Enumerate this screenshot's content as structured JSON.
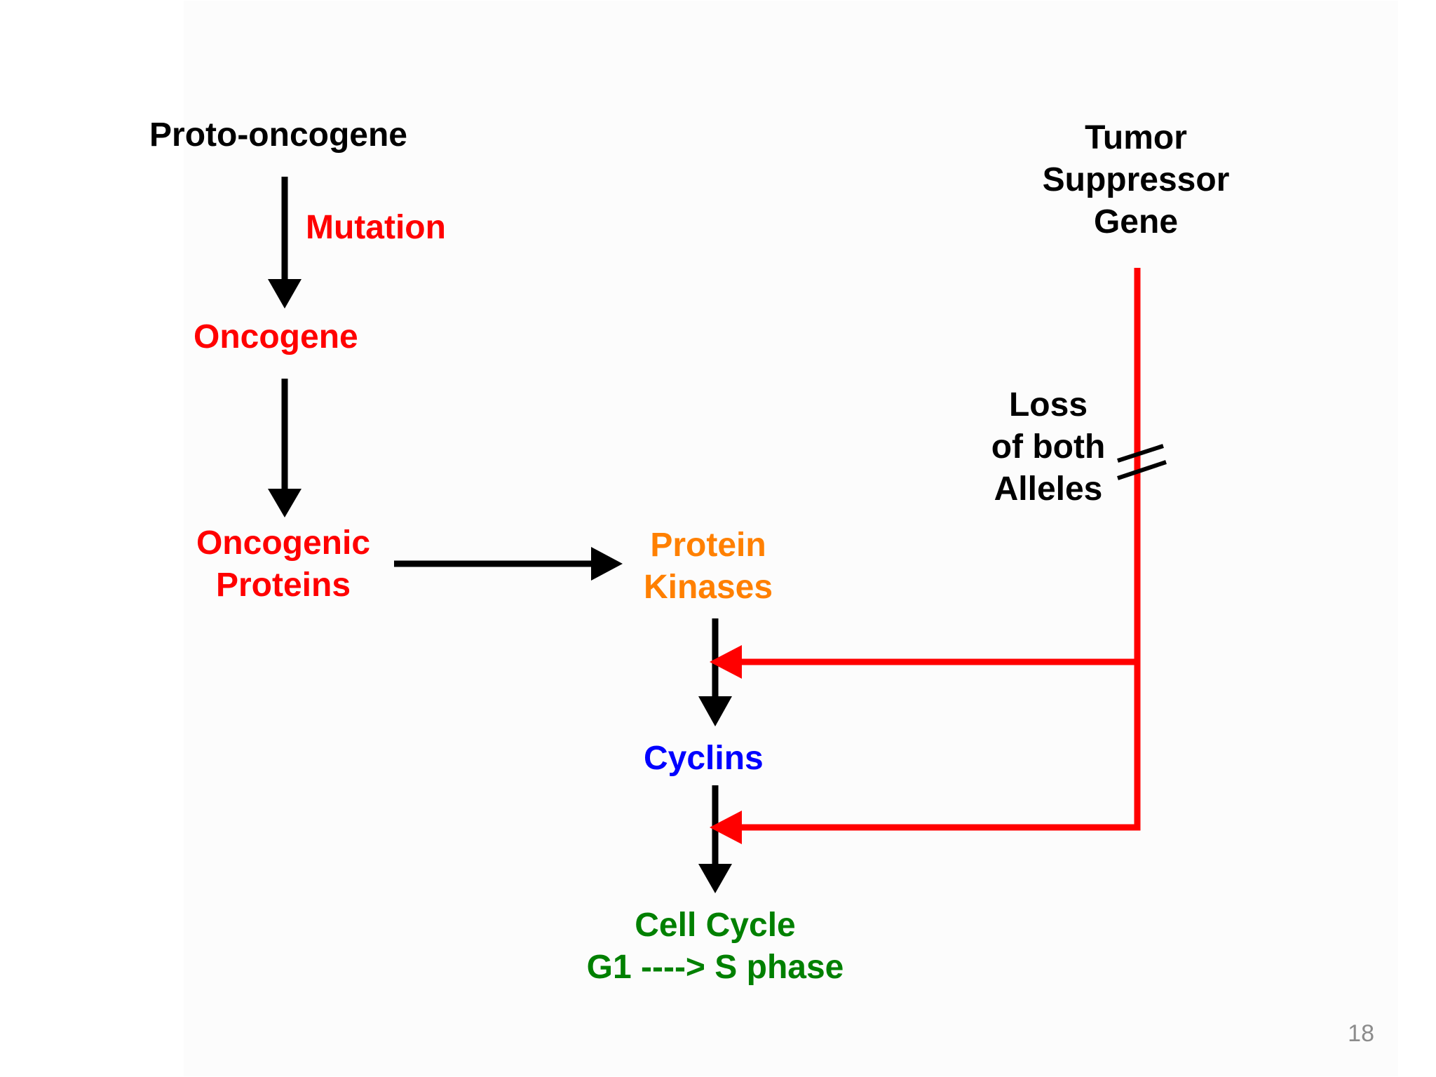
{
  "diagram": {
    "nodes": {
      "proto_oncogene": "Proto-oncogene",
      "mutation": "Mutation",
      "oncogene": "Oncogene",
      "oncogenic_proteins": [
        "Oncogenic",
        "Proteins"
      ],
      "protein_kinases": [
        "Protein",
        "Kinases"
      ],
      "cyclins": "Cyclins",
      "cell_cycle": [
        "Cell Cycle",
        "G1 ----> S phase"
      ],
      "tumor_suppressor_gene": [
        "Tumor",
        "Suppressor",
        "Gene"
      ],
      "loss_of_both_alleles": [
        "Loss",
        "of both",
        "Alleles"
      ]
    },
    "colors": {
      "black": "#000000",
      "red": "#ff0000",
      "orange": "#ff8000",
      "blue": "#0000ff",
      "green": "#008000"
    }
  },
  "footer": {
    "page_number": "18"
  }
}
